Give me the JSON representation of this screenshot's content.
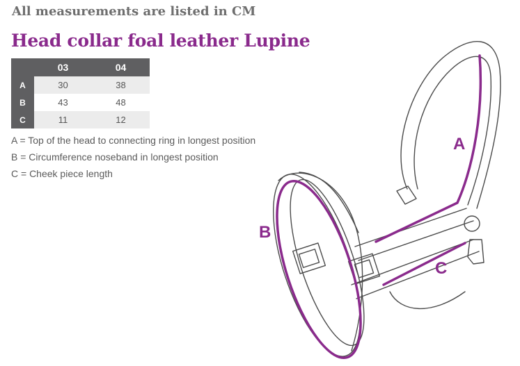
{
  "heading_note": "All measurements are listed in CM",
  "title": "Head collar foal leather Lupine",
  "table": {
    "columns": [
      "03",
      "04"
    ],
    "rows": [
      {
        "label": "A",
        "values": [
          "30",
          "38"
        ]
      },
      {
        "label": "B",
        "values": [
          "43",
          "48"
        ]
      },
      {
        "label": "C",
        "values": [
          "11",
          "12"
        ]
      }
    ]
  },
  "legend": [
    "A = Top of the head to connecting ring in longest position",
    "B = Circumference noseband in longest position",
    "C = Cheek piece length"
  ],
  "diagram": {
    "labels": {
      "a": "A",
      "b": "B",
      "c": "C"
    },
    "accent_color": "#8a2a8c",
    "line_color": "#4a4a4a"
  }
}
